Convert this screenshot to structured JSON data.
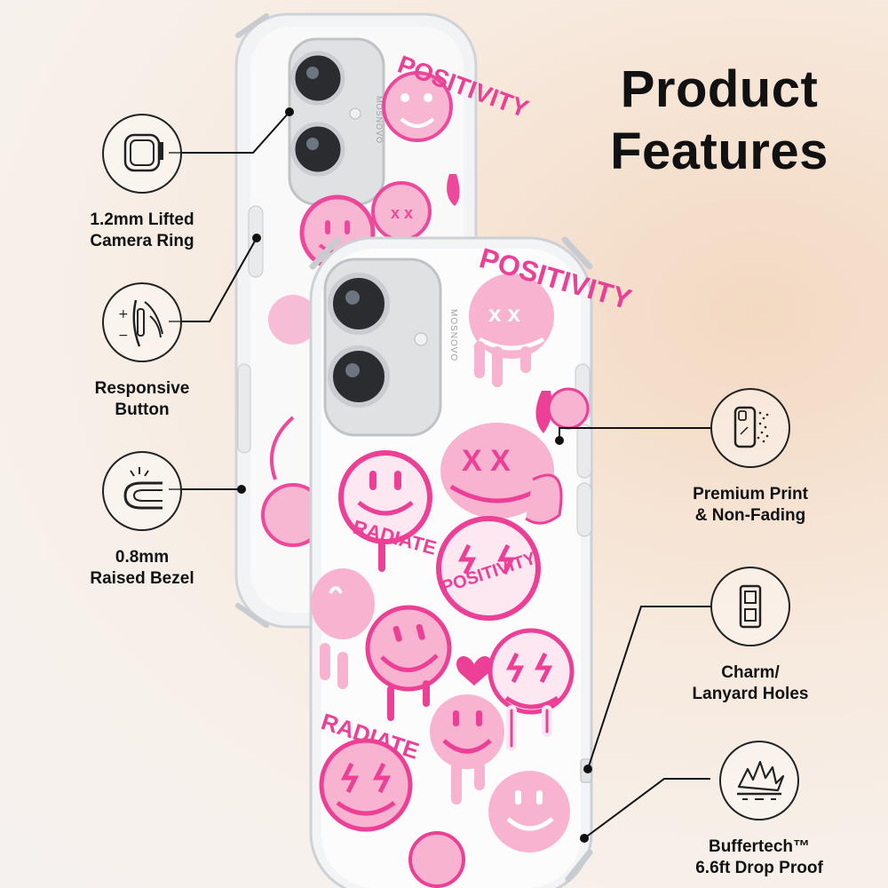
{
  "title": {
    "line1": "Product",
    "line2": "Features"
  },
  "brand": "MOSNOVO",
  "case_stickers": {
    "positivity": "POSITIVITY",
    "radiate": "RADIATE"
  },
  "features": [
    {
      "id": "camera-ring",
      "icon": "camera-ring-icon",
      "line1": "1.2mm Lifted",
      "line2": "Camera Ring"
    },
    {
      "id": "responsive-button",
      "icon": "responsive-button-icon",
      "line1": "Responsive",
      "line2": "Button"
    },
    {
      "id": "raised-bezel",
      "icon": "raised-bezel-icon",
      "line1": "0.8mm",
      "line2": "Raised Bezel"
    },
    {
      "id": "premium-print",
      "icon": "premium-print-icon",
      "line1": "Premium Print",
      "line2": "& Non-Fading"
    },
    {
      "id": "charm-holes",
      "icon": "lanyard-hole-icon",
      "line1": "Charm/",
      "line2": "Lanyard Holes"
    },
    {
      "id": "drop-proof",
      "icon": "shock-absorb-icon",
      "line1": "Buffertech™",
      "line2": "6.6ft Drop Proof"
    }
  ],
  "colors": {
    "pink_dark": "#ec3f96",
    "pink_light": "#f7b3d0",
    "text": "#111111"
  }
}
